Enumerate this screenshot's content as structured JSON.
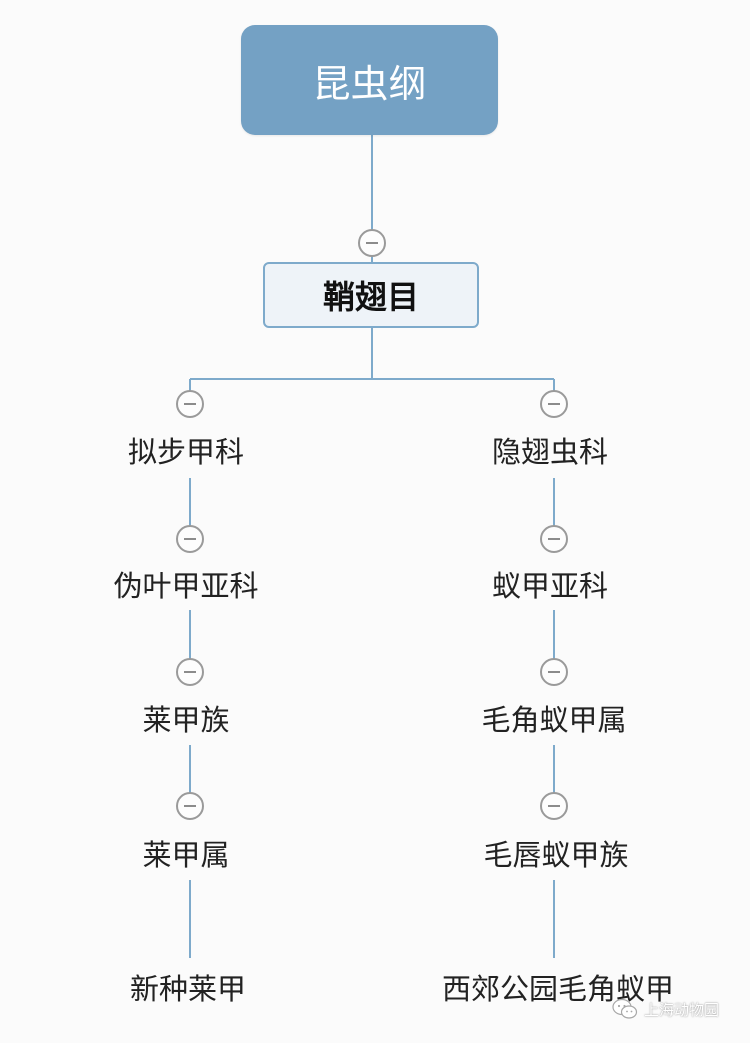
{
  "root": {
    "label": "昆虫纲"
  },
  "order": {
    "label": "鞘翅目"
  },
  "branches": [
    {
      "name": "left",
      "levels": [
        "拟步甲科",
        "伪叶甲亚科",
        "莱甲族",
        "莱甲属",
        "新种莱甲"
      ]
    },
    {
      "name": "right",
      "levels": [
        "隐翅虫科",
        "蚁甲亚科",
        "毛角蚁甲属",
        "毛唇蚁甲族",
        "西郊公园毛角蚁甲"
      ]
    }
  ],
  "watermark": {
    "text": "上海动物园"
  },
  "colors": {
    "root_fill": "#74a1c4",
    "order_fill": "#eef3f8",
    "order_border": "#7eaacb",
    "connector": "#7eaacb",
    "collapse_button": "#9a9a9a"
  },
  "icons": {
    "collapse": "minus-circle-icon",
    "watermark": "wechat-icon"
  }
}
